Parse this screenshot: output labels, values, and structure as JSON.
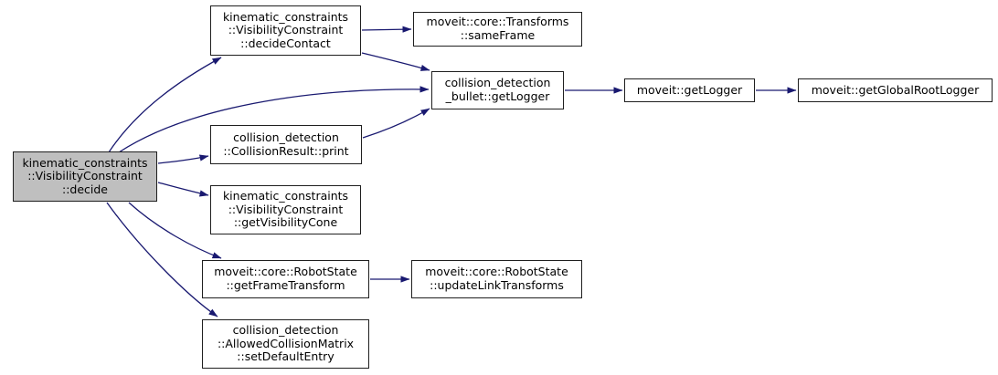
{
  "diagram": {
    "type": "call-graph",
    "background_color": "#ffffff",
    "edge_color": "#191970",
    "node_fill_color": "#ffffff",
    "node_border_color": "#1f1f1f",
    "highlight_node_fill_color": "#bfbfbf",
    "nodes": {
      "decide": {
        "label": "kinematic_constraints\n::VisibilityConstraint\n::decide",
        "highlighted": true
      },
      "decide_contact": {
        "label": "kinematic_constraints\n::VisibilityConstraint\n::decideContact",
        "highlighted": false
      },
      "same_frame": {
        "label": "moveit::core::Transforms\n::sameFrame",
        "highlighted": false
      },
      "bullet_get_logger": {
        "label": "collision_detection\n_bullet::getLogger",
        "highlighted": false
      },
      "moveit_get_logger": {
        "label": "moveit::getLogger",
        "highlighted": false
      },
      "get_global_root_logger": {
        "label": "moveit::getGlobalRootLogger",
        "highlighted": false
      },
      "collision_result_print": {
        "label": "collision_detection\n::CollisionResult::print",
        "highlighted": false
      },
      "get_visibility_cone": {
        "label": "kinematic_constraints\n::VisibilityConstraint\n::getVisibilityCone",
        "highlighted": false
      },
      "get_frame_transform": {
        "label": "moveit::core::RobotState\n::getFrameTransform",
        "highlighted": false
      },
      "update_link_transforms": {
        "label": "moveit::core::RobotState\n::updateLinkTransforms",
        "highlighted": false
      },
      "set_default_entry": {
        "label": "collision_detection\n::AllowedCollisionMatrix\n::setDefaultEntry",
        "highlighted": false
      }
    },
    "edges": [
      {
        "from": "decide",
        "to": "decide_contact"
      },
      {
        "from": "decide",
        "to": "bullet_get_logger"
      },
      {
        "from": "decide",
        "to": "collision_result_print"
      },
      {
        "from": "decide",
        "to": "get_visibility_cone"
      },
      {
        "from": "decide",
        "to": "get_frame_transform"
      },
      {
        "from": "decide",
        "to": "set_default_entry"
      },
      {
        "from": "decide_contact",
        "to": "same_frame"
      },
      {
        "from": "decide_contact",
        "to": "bullet_get_logger"
      },
      {
        "from": "collision_result_print",
        "to": "bullet_get_logger"
      },
      {
        "from": "bullet_get_logger",
        "to": "moveit_get_logger"
      },
      {
        "from": "moveit_get_logger",
        "to": "get_global_root_logger"
      },
      {
        "from": "get_frame_transform",
        "to": "update_link_transforms"
      }
    ]
  }
}
